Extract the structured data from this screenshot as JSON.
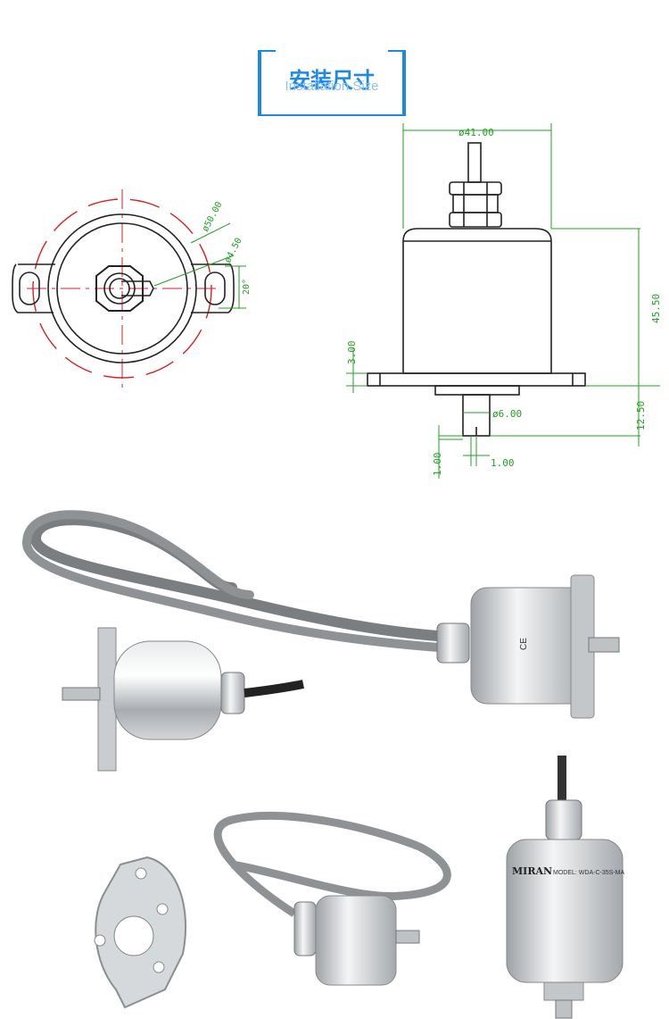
{
  "header": {
    "title_zh": "安装尺寸",
    "title_en": "Installation Size"
  },
  "front_view": {
    "dims": {
      "d50": "ø50.00",
      "d4_5": "ø4.50",
      "angle": "20°"
    }
  },
  "side_view": {
    "dims": {
      "d41": "ø41.00",
      "h45_5": "45.50",
      "h3": "3.00",
      "d6": "ø6.00",
      "h12_5": "12.50",
      "w1_left": "1.00",
      "w1_right": "1.00"
    }
  },
  "products": {
    "label_brand": "MIRAN",
    "label_model": "MODEL: WDA-C-35S-MA"
  },
  "colors": {
    "accent": "#1e88e5",
    "dim_green": "#22a022",
    "dim_red": "#d62020",
    "metal": "#b9bcc0"
  }
}
